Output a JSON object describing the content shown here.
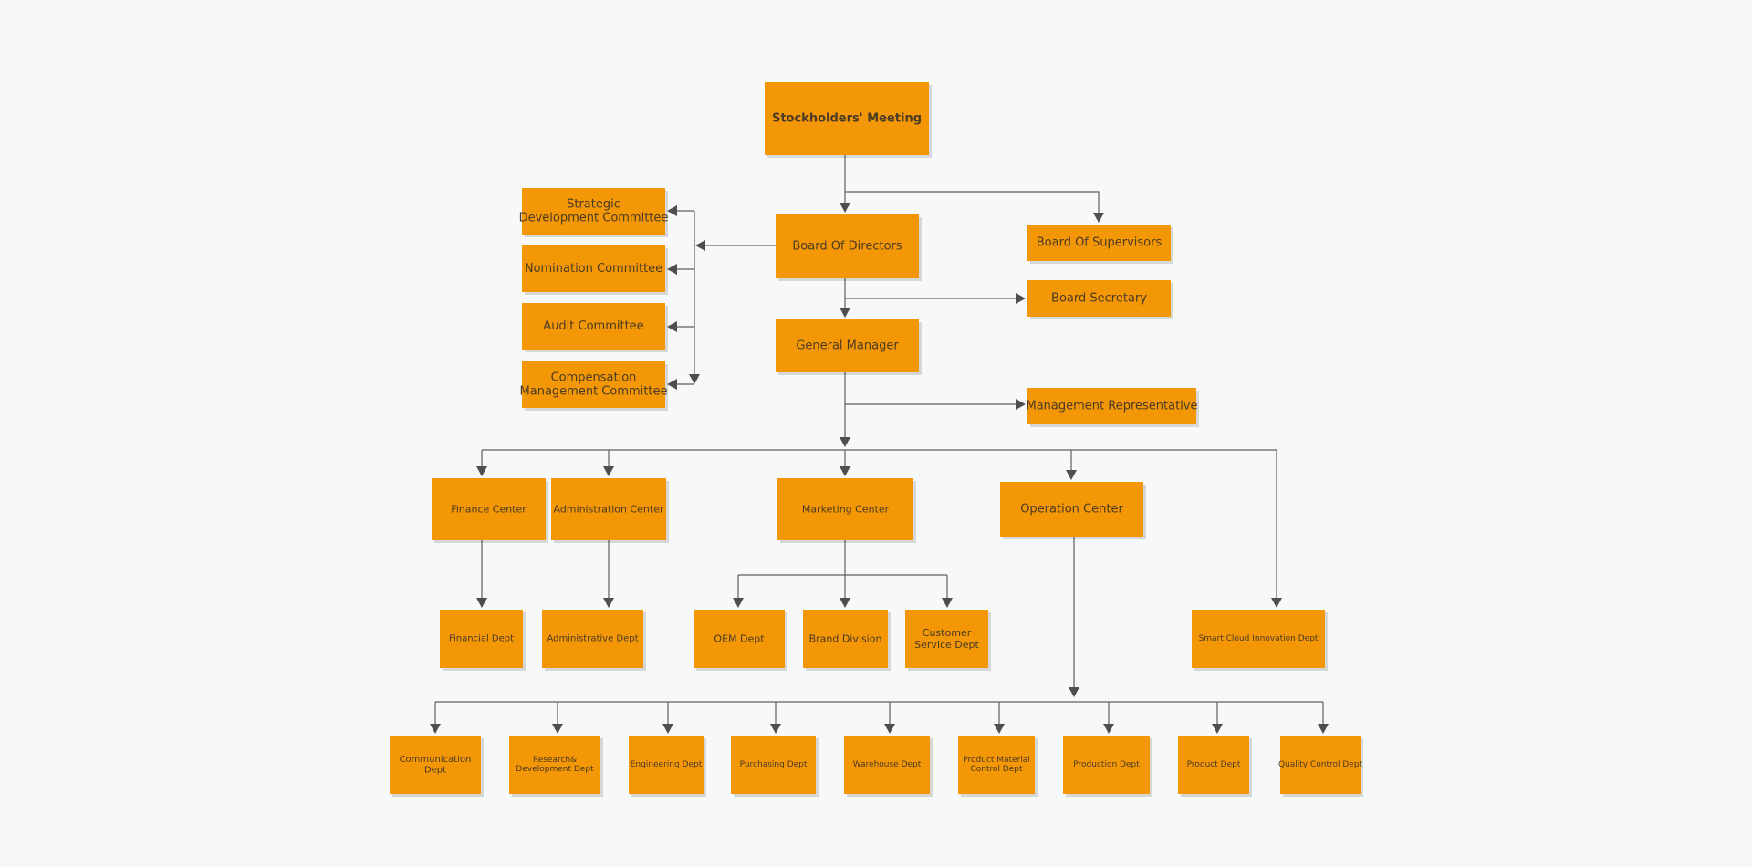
{
  "colors": {
    "node_fill": "#f39706",
    "node_text": "#4a3b24",
    "connector": "#5f5f5f",
    "background": "#f6f8f9"
  },
  "nodes": [
    {
      "id": "stockholders",
      "lines": [
        "Stockholders' Meeting"
      ]
    },
    {
      "id": "board-directors",
      "lines": [
        "Board Of Directors"
      ]
    },
    {
      "id": "board-supervisors",
      "lines": [
        "Board Of Supervisors"
      ]
    },
    {
      "id": "board-secretary",
      "lines": [
        "Board Secretary"
      ]
    },
    {
      "id": "strategic",
      "lines": [
        "Strategic",
        "Development Committee"
      ]
    },
    {
      "id": "nomination",
      "lines": [
        "Nomination Committee"
      ]
    },
    {
      "id": "audit",
      "lines": [
        "Audit Committee"
      ]
    },
    {
      "id": "compensation",
      "lines": [
        "Compensation",
        "Management Committee"
      ]
    },
    {
      "id": "general-manager",
      "lines": [
        "General Manager"
      ]
    },
    {
      "id": "management-rep",
      "lines": [
        "Management Representative"
      ]
    },
    {
      "id": "finance-center",
      "lines": [
        "Finance Center"
      ]
    },
    {
      "id": "admin-center",
      "lines": [
        "Administration Center"
      ]
    },
    {
      "id": "marketing-center",
      "lines": [
        "Marketing Center"
      ]
    },
    {
      "id": "operation-center",
      "lines": [
        "Operation Center"
      ]
    },
    {
      "id": "financial-dept",
      "lines": [
        "Financial Dept"
      ]
    },
    {
      "id": "administrative-dept",
      "lines": [
        "Administrative Dept"
      ]
    },
    {
      "id": "oem-dept",
      "lines": [
        "OEM Dept"
      ]
    },
    {
      "id": "brand-division",
      "lines": [
        "Brand Division"
      ]
    },
    {
      "id": "customer-service",
      "lines": [
        "Customer",
        "Service Dept"
      ]
    },
    {
      "id": "smart-cloud",
      "lines": [
        "Smart Cloud Innovation Dept"
      ]
    },
    {
      "id": "communication",
      "lines": [
        "Communication",
        "Dept"
      ]
    },
    {
      "id": "research",
      "lines": [
        "Research&",
        "Development Dept"
      ]
    },
    {
      "id": "engineering",
      "lines": [
        "Engineering Dept"
      ]
    },
    {
      "id": "purchasing",
      "lines": [
        "Purchasing Dept"
      ]
    },
    {
      "id": "warehouse",
      "lines": [
        "Warehouse Dept"
      ]
    },
    {
      "id": "product-material",
      "lines": [
        "Product Material",
        "Control Dept"
      ]
    },
    {
      "id": "production",
      "lines": [
        "Production Dept"
      ]
    },
    {
      "id": "product",
      "lines": [
        "Product Dept"
      ]
    },
    {
      "id": "quality-control",
      "lines": [
        "Quality Control Dept"
      ]
    }
  ]
}
